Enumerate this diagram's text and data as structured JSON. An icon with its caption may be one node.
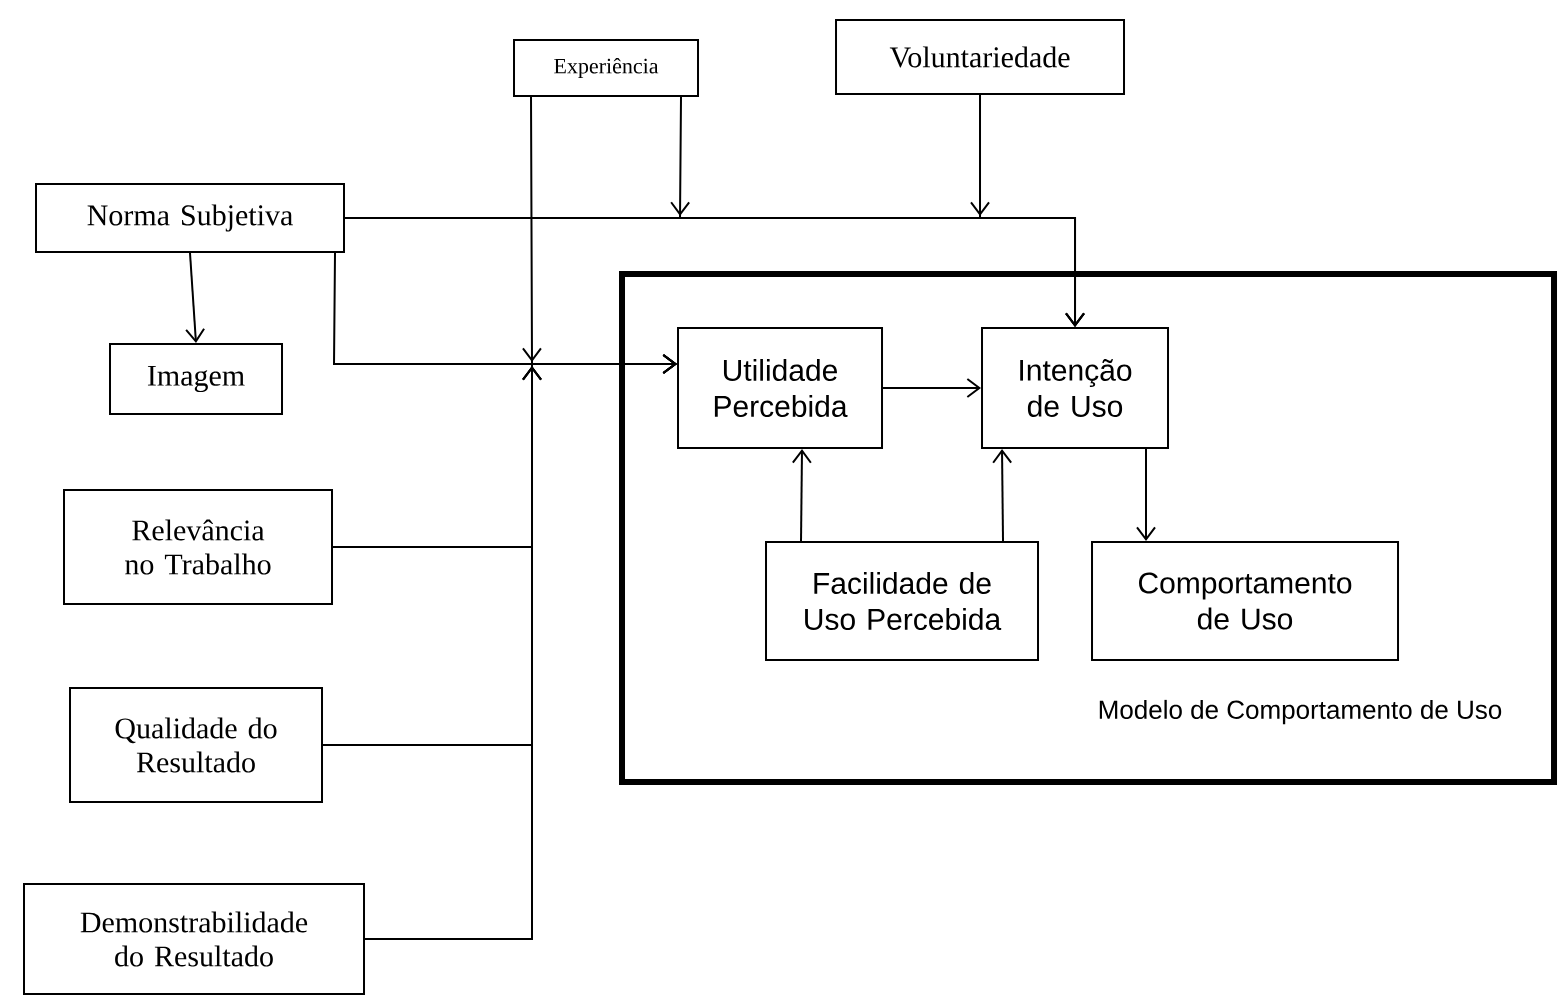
{
  "diagram": {
    "nodes": [
      {
        "text": [
          "Experiência"
        ]
      },
      {
        "text": [
          "Voluntariedade"
        ]
      },
      {
        "text": [
          "Norma Subjetiva"
        ]
      },
      {
        "text": [
          "Imagem"
        ]
      },
      {
        "text": [
          "Relevância no Trabalho"
        ]
      },
      {
        "text": [
          "Qualidade do Resultado"
        ]
      },
      {
        "text": [
          "Demonstrabilidade do Resultado"
        ]
      },
      {
        "text": [
          "Modelo de Comportamento de Uso"
        ]
      },
      {
        "text": [
          "Utilidade Percebida"
        ],
        "in": 7
      },
      {
        "text": [
          "Intenção de Uso"
        ],
        "in": 7
      },
      {
        "text": [
          "Facilidade de Uso Percebida"
        ],
        "in": 7
      },
      {
        "text": [
          "Comportamento de Uso"
        ],
        "in": 7
      }
    ],
    "edges": [
      {
        "from": 2,
        "to": 3,
        "arrow": "to"
      },
      {
        "from": 2,
        "to": 8,
        "arrow": "to"
      },
      {
        "from": 0,
        "to": 8,
        "arrow": "to"
      },
      {
        "from": 4,
        "to": 8,
        "arrow": "to"
      },
      {
        "from": 5,
        "to": 8,
        "arrow": "to"
      },
      {
        "from": 6,
        "to": 8,
        "arrow": "to"
      },
      {
        "from": 2,
        "to": 9,
        "arrow": "to"
      },
      {
        "from": 0,
        "to": 9,
        "arrow": "to"
      },
      {
        "from": 1,
        "to": 9,
        "arrow": "to"
      },
      {
        "from": 8,
        "to": 9,
        "arrow": "to"
      },
      {
        "from": 10,
        "to": 8,
        "arrow": "to"
      },
      {
        "from": 10,
        "to": 9,
        "arrow": "to"
      },
      {
        "from": 9,
        "to": 11,
        "arrow": "to"
      }
    ]
  }
}
